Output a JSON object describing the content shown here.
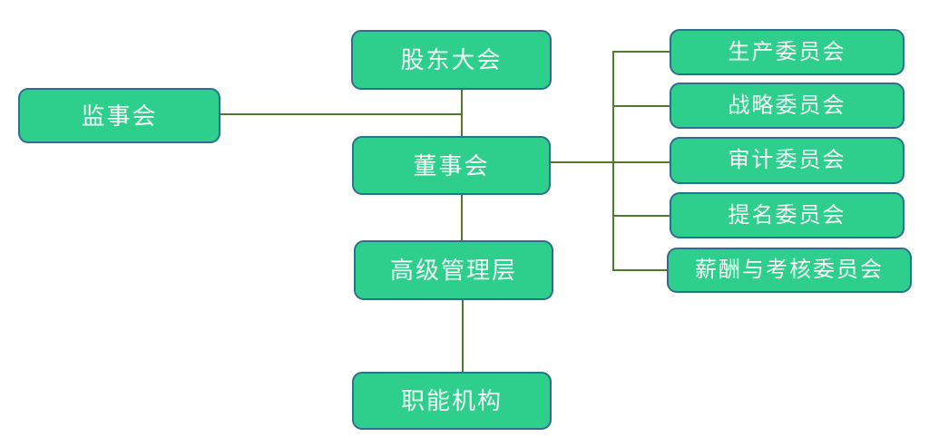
{
  "colors": {
    "node-fill": "#2ecf8d",
    "node-border": "#2e6e8e",
    "node-text": "#f4fdf8",
    "line": "#4f7b2f",
    "bg": "#ffffff"
  },
  "nodes": {
    "shareholders": {
      "label": "股东大会"
    },
    "supervisory": {
      "label": "监事会"
    },
    "board": {
      "label": "董事会"
    },
    "management": {
      "label": "高级管理层"
    },
    "functional": {
      "label": "职能机构"
    },
    "production": {
      "label": "生产委员会"
    },
    "strategy": {
      "label": "战略委员会"
    },
    "audit": {
      "label": "审计委员会"
    },
    "nomination": {
      "label": "提名委员会"
    },
    "remuneration": {
      "label": "薪酬与考核委员会"
    }
  },
  "edges": [
    {
      "from": "股东大会",
      "to": "董事会"
    },
    {
      "from": "监事会",
      "to": "股东大会/董事会连接线"
    },
    {
      "from": "董事会",
      "to": "高级管理层"
    },
    {
      "from": "高级管理层",
      "to": "职能机构"
    },
    {
      "from": "董事会",
      "to": "生产委员会"
    },
    {
      "from": "董事会",
      "to": "战略委员会"
    },
    {
      "from": "董事会",
      "to": "审计委员会"
    },
    {
      "from": "董事会",
      "to": "提名委员会"
    },
    {
      "from": "董事会",
      "to": "薪酬与考核委员会"
    }
  ]
}
